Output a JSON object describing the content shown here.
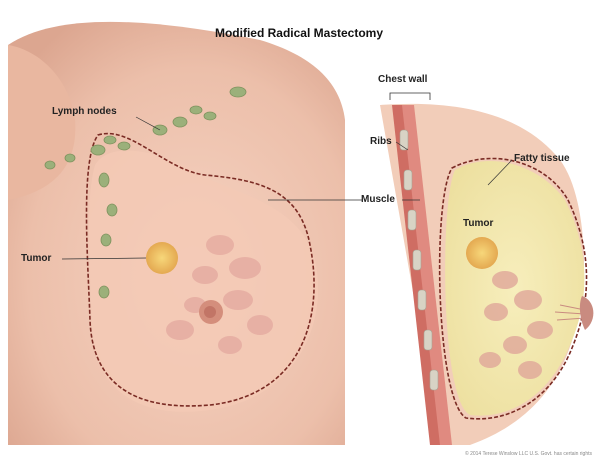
{
  "figure": {
    "title": "Modified Radical Mastectomy",
    "labels": {
      "lymph_nodes": "Lymph nodes",
      "tumor_front": "Tumor",
      "chest_wall": "Chest wall",
      "ribs": "Ribs",
      "fatty_tissue": "Fatty tissue",
      "muscle": "Muscle",
      "tumor_side": "Tumor"
    },
    "copyright": "© 2014 Terese Winslow LLC\nU.S. Govt. has certain rights"
  }
}
